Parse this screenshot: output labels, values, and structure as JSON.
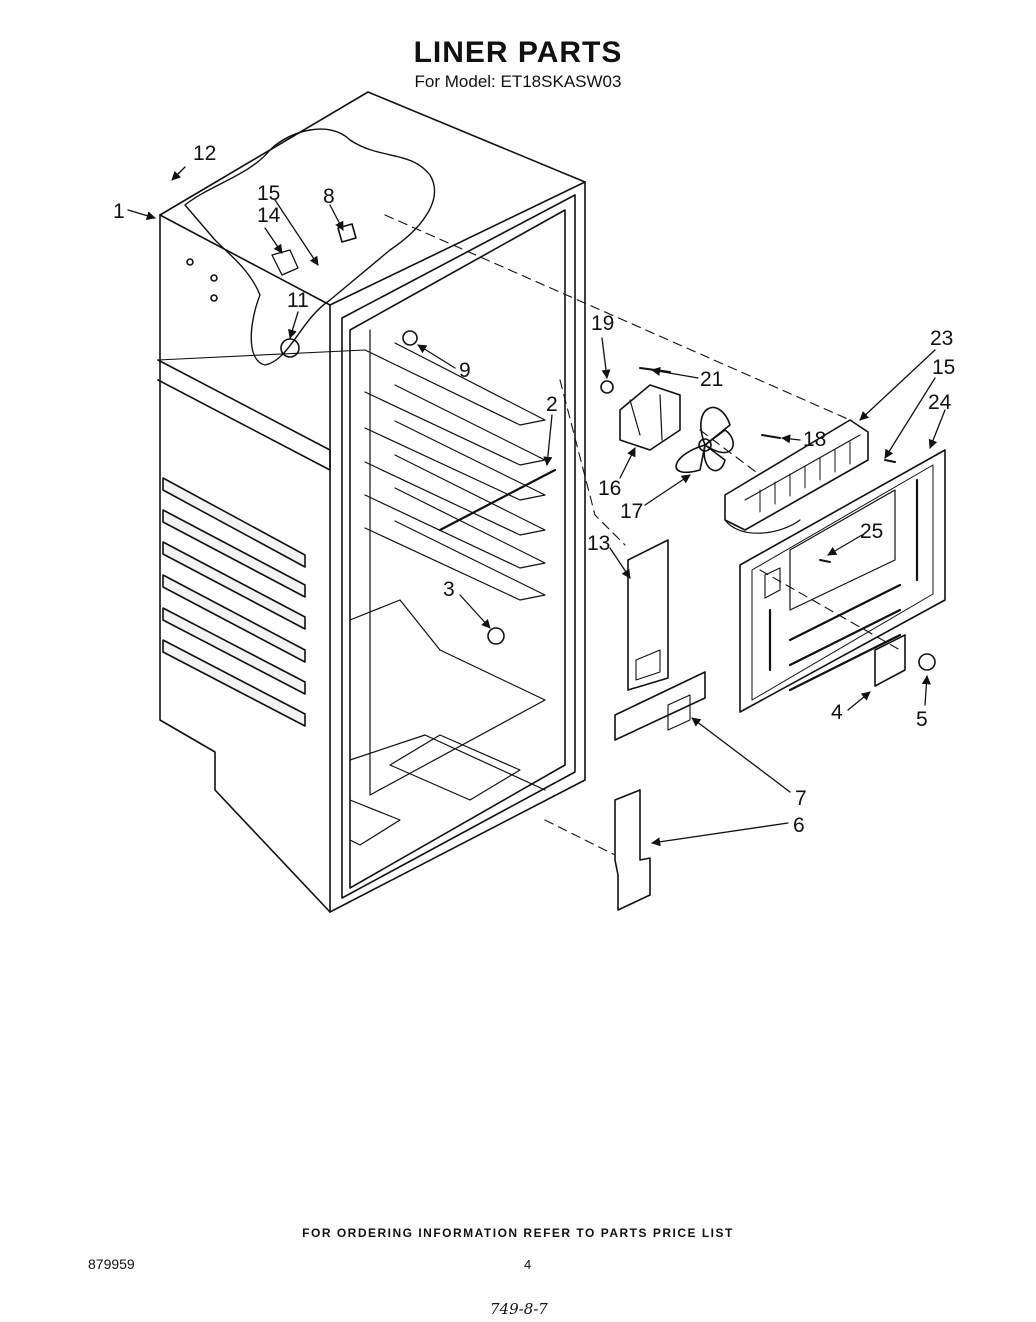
{
  "title": "LINER PARTS",
  "subtitle": "For Model: ET18SKASW03",
  "footer": "FOR ORDERING INFORMATION REFER TO PARTS PRICE LIST",
  "doc_number": "879959",
  "page_number": "4",
  "handwritten_note": "749-8-7",
  "callouts": {
    "c1": "1",
    "c2": "2",
    "c3": "3",
    "c4": "4",
    "c5": "5",
    "c6": "6",
    "c7": "7",
    "c8": "8",
    "c9": "9",
    "c11": "11",
    "c12": "12",
    "c13": "13",
    "c14": "14",
    "c15a": "15",
    "c15b": "15",
    "c16": "16",
    "c17": "17",
    "c18": "18",
    "c19": "19",
    "c21": "21",
    "c23": "23",
    "c24": "24",
    "c25": "25"
  }
}
